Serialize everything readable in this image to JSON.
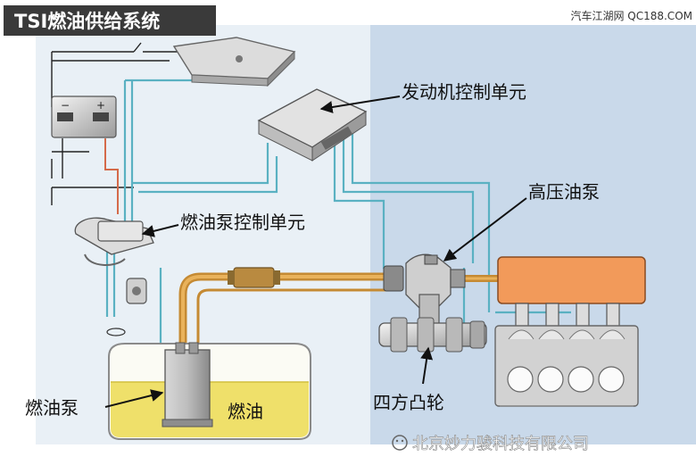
{
  "title": "TSI燃油供给系统",
  "watermark_top": "汽车江湖网 QC188.COM",
  "watermark_bottom": "北京妙力骏科技有限公司",
  "labels": {
    "engine_ecu": "发动机控制单元",
    "high_pressure_pump": "高压油泵",
    "fuel_pump_control_unit": "燃油泵控制单元",
    "fuel_pump": "燃油泵",
    "fuel": "燃油",
    "cam": "四方凸轮"
  },
  "battery": {
    "minus": "−",
    "plus": "+"
  },
  "colors": {
    "title_bg": "#3a3a3a",
    "panel_left": "#e9f0f6",
    "panel_right": "#c9d9ea",
    "fuel_yellow": "#efe06a",
    "fuel_line": "#d79a3a",
    "signal_line": "#5ab1c2",
    "engine_block": "#f29a5a"
  }
}
